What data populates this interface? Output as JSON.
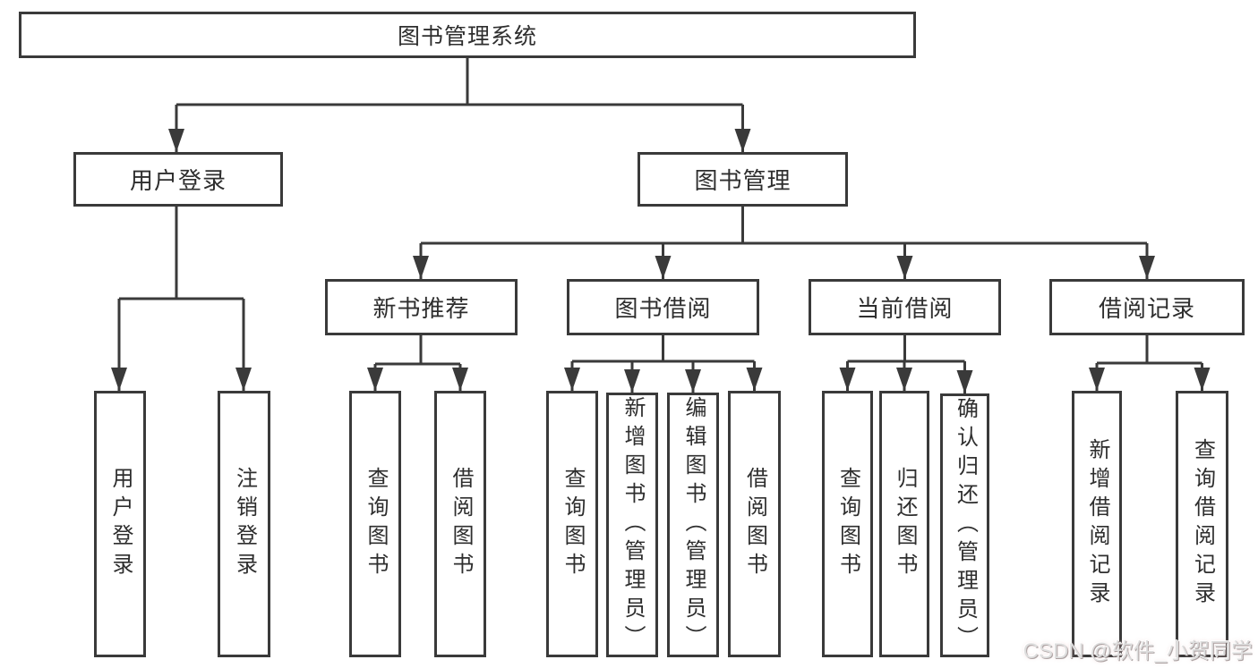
{
  "colors": {
    "line": "#3a3a3a",
    "box_border": "#3a3a3a",
    "box_fill": "#ffffff",
    "text": "#2e2e2e",
    "background": "#ffffff"
  },
  "watermark": {
    "label": "CSDN @软件_小贺同学"
  },
  "tree": {
    "root": {
      "label": "图书管理系统"
    },
    "branches": [
      {
        "label": "用户登录",
        "children": [
          {
            "label": "用户登录"
          },
          {
            "label": "注销登录"
          }
        ]
      },
      {
        "label": "图书管理",
        "sections": [
          {
            "label": "新书推荐",
            "children": [
              {
                "label": "查询图书"
              },
              {
                "label": "借阅图书"
              }
            ]
          },
          {
            "label": "图书借阅",
            "children": [
              {
                "label": "查询图书"
              },
              {
                "label": "新增图书（管理员）"
              },
              {
                "label": "编辑图书（管理员）"
              },
              {
                "label": "借阅图书"
              }
            ]
          },
          {
            "label": "当前借阅",
            "children": [
              {
                "label": "查询图书"
              },
              {
                "label": "归还图书"
              },
              {
                "label": "确认归还（管理员）"
              }
            ]
          },
          {
            "label": "借阅记录",
            "children": [
              {
                "label": "新增借阅记录"
              },
              {
                "label": "查询借阅记录"
              }
            ]
          }
        ]
      }
    ]
  }
}
